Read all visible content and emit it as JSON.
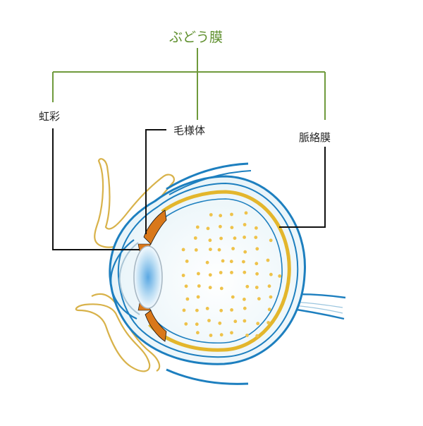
{
  "diagram": {
    "group_label": "ぶどう膜",
    "labels": {
      "iris": "虹彩",
      "ciliary_body": "毛様体",
      "choroid": "脈絡膜"
    },
    "colors": {
      "group_bracket": "#6f9a3c",
      "group_text": "#5e8f2c",
      "leader_line": "#111111",
      "outer_sclera": "#1d7fbf",
      "choroid_layer": "#e3b62c",
      "uvea_orange": "#d9781a",
      "vitreous_dots": "#eec24a",
      "eyelid": "#d8b24a",
      "lens": "#8fc3ea",
      "eyeball_fill": "#eef7fb"
    }
  }
}
